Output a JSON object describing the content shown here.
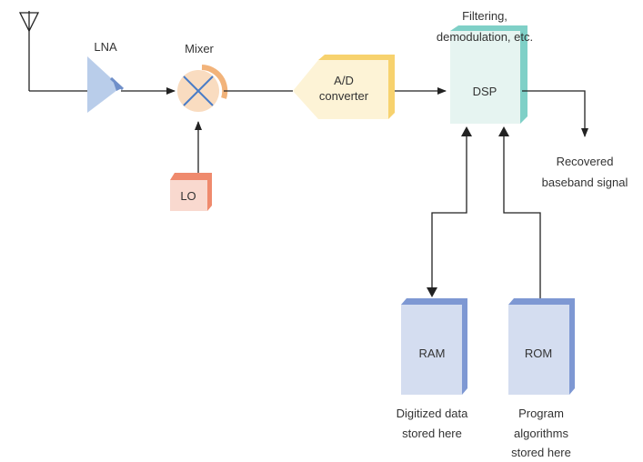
{
  "diagram": {
    "labels": {
      "lna": "LNA",
      "mixer": "Mixer",
      "lo": "LO",
      "adc_line1": "A/D",
      "adc_line2": "converter",
      "dsp": "DSP",
      "filtering_line1": "Filtering,",
      "filtering_line2": "demodulation, etc.",
      "recovered_line1": "Recovered",
      "recovered_line2": "baseband signal",
      "ram": "RAM",
      "rom": "ROM",
      "ram_note_line1": "Digitized data",
      "ram_note_line2": "stored here",
      "rom_note_line1": "Program",
      "rom_note_line2": "algorithms",
      "rom_note_line3": "stored here"
    },
    "colors": {
      "lna": "#b9cdea",
      "lna_edge": "#6f8fc9",
      "mixer": "#f9dcc0",
      "mixer_cross": "#4a7cc7",
      "lo_face": "#f9d9cf",
      "lo_side": "#ef8a6d",
      "adc_face": "#fdf3d6",
      "adc_side": "#f7d26e",
      "dsp_face": "#e6f4f1",
      "dsp_side": "#7fd0c7",
      "mem_face": "#d4ddf0",
      "mem_side": "#7e98d3"
    }
  }
}
